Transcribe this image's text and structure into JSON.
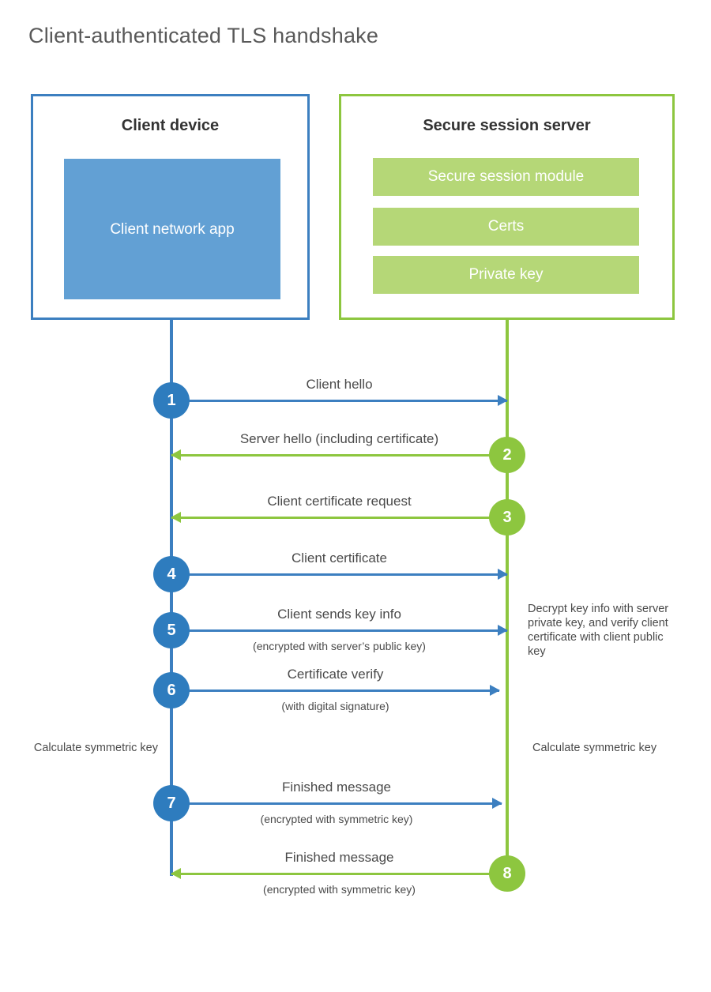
{
  "title": "Client-authenticated TLS handshake",
  "colors": {
    "client_blue": "#3C7FC0",
    "client_badge_blue": "#2E7CBE",
    "client_app_fill": "#62A0D4",
    "server_green": "#8DC63F",
    "server_bar_fill": "#B5D777",
    "title_gray": "#595959",
    "text_gray": "#4a4a4a"
  },
  "actors": {
    "client": {
      "title": "Client device",
      "app_label": "Client network app"
    },
    "server": {
      "title": "Secure session server",
      "modules": [
        {
          "label": "Secure session module"
        },
        {
          "label": "Certs"
        },
        {
          "label": "Private key"
        }
      ]
    }
  },
  "messages": [
    {
      "step": "1",
      "label": "Client hello",
      "sublabel": "",
      "direction": "client-to-server",
      "color": "blue"
    },
    {
      "step": "2",
      "label": "Server hello (including certificate)",
      "sublabel": "",
      "direction": "server-to-client",
      "color": "green"
    },
    {
      "step": "3",
      "label": "Client certificate request",
      "sublabel": "",
      "direction": "server-to-client",
      "color": "green"
    },
    {
      "step": "4",
      "label": "Client certificate",
      "sublabel": "",
      "direction": "client-to-server",
      "color": "blue"
    },
    {
      "step": "5",
      "label": "Client sends key info",
      "sublabel": "(encrypted with server’s public key)",
      "direction": "client-to-server",
      "color": "blue"
    },
    {
      "step": "6",
      "label": "Certificate verify",
      "sublabel": "(with digital signature)",
      "direction": "client-to-server",
      "color": "blue"
    },
    {
      "step": "7",
      "label": "Finished message",
      "sublabel": "(encrypted with symmetric key)",
      "direction": "client-to-server",
      "color": "blue"
    },
    {
      "step": "8",
      "label": "Finished message",
      "sublabel": "(encrypted with symmetric key)",
      "direction": "server-to-client",
      "color": "green"
    }
  ],
  "annotations": {
    "server_decrypt": "Decrypt key info with server private key, and verify client certificate with client public key",
    "client_calc": "Calculate symmetric key",
    "server_calc": "Calculate symmetric key"
  }
}
